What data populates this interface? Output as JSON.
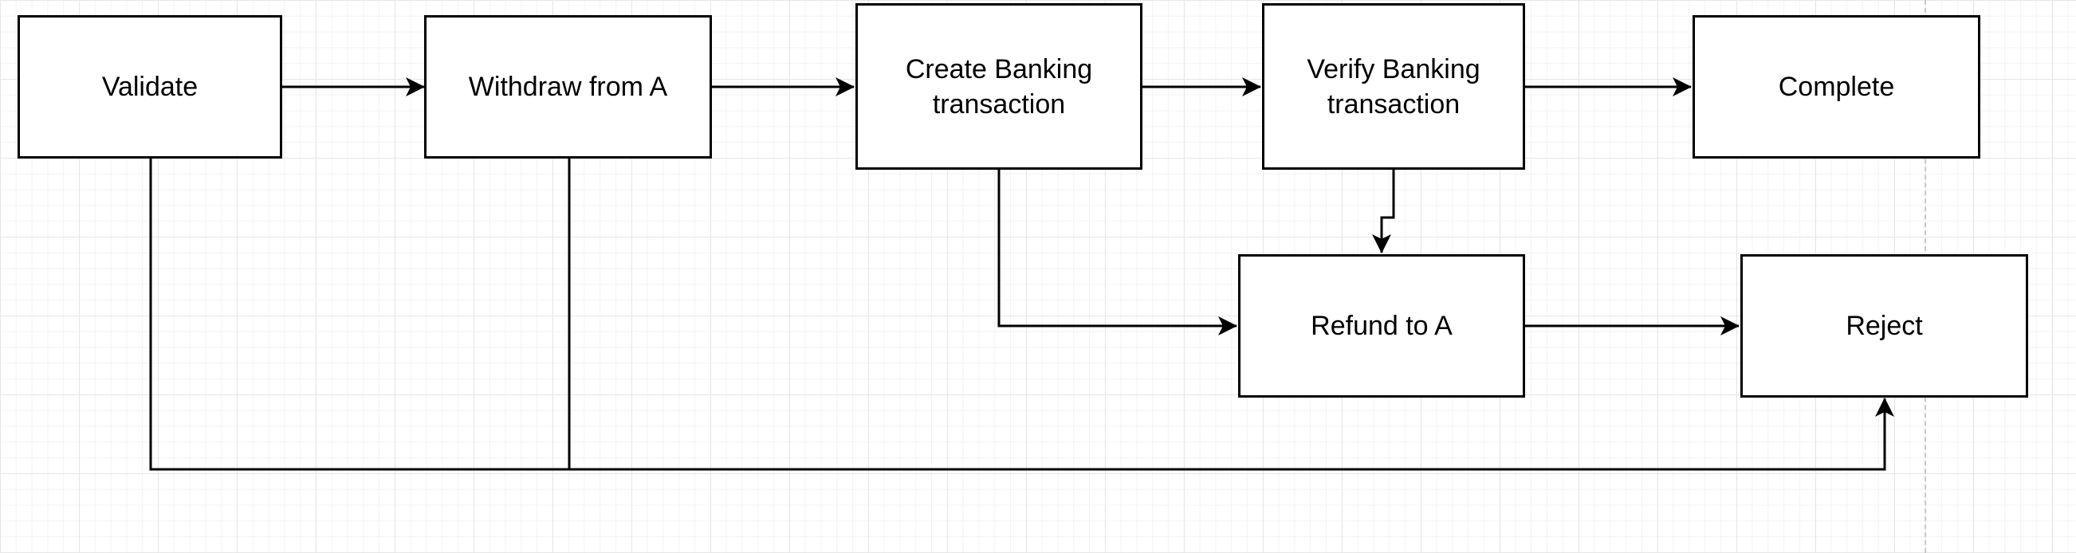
{
  "diagram": {
    "nodes": [
      {
        "id": "validate",
        "label": "Validate"
      },
      {
        "id": "withdraw",
        "label": "Withdraw from A"
      },
      {
        "id": "create",
        "label": "Create Banking transaction"
      },
      {
        "id": "verify",
        "label": "Verify Banking transaction"
      },
      {
        "id": "complete",
        "label": "Complete"
      },
      {
        "id": "refund",
        "label": "Refund to A"
      },
      {
        "id": "reject",
        "label": "Reject"
      }
    ],
    "edges": [
      {
        "from": "validate",
        "to": "withdraw"
      },
      {
        "from": "withdraw",
        "to": "create"
      },
      {
        "from": "create",
        "to": "verify"
      },
      {
        "from": "verify",
        "to": "complete"
      },
      {
        "from": "verify",
        "to": "refund"
      },
      {
        "from": "create",
        "to": "refund"
      },
      {
        "from": "refund",
        "to": "reject"
      },
      {
        "from": "validate",
        "to": "reject"
      },
      {
        "from": "withdraw",
        "to": "reject"
      }
    ],
    "colors": {
      "stroke": "#000000",
      "node_fill": "#ffffff",
      "grid": "#e6e6e6"
    }
  }
}
